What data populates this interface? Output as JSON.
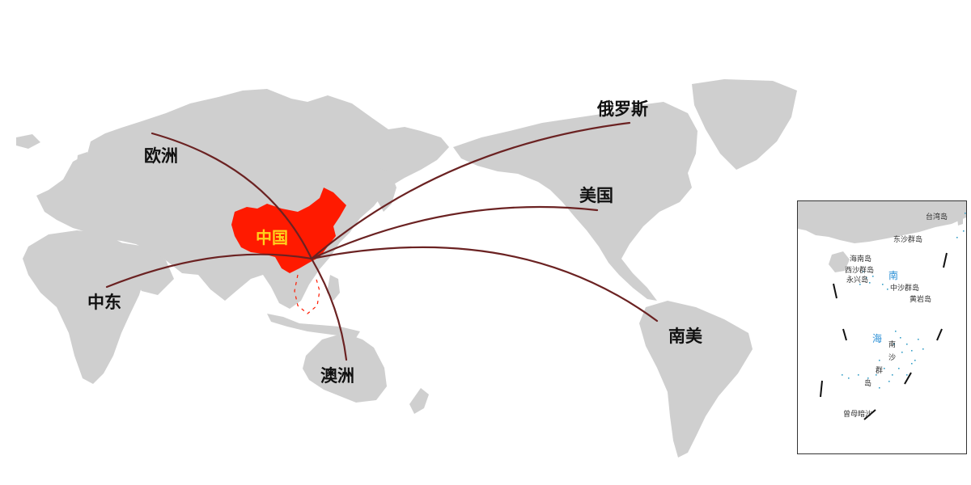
{
  "colors": {
    "land": "#cfcfcf",
    "china": "#ff1a00",
    "route": "#6b2222",
    "china_label": "#ffd21c",
    "label": "#111111",
    "sea_text": "#2a8fd6",
    "islands": "#3aa0c8"
  },
  "labels": {
    "china": "中国",
    "europe": "欧洲",
    "russia": "俄罗斯",
    "usa": "美国",
    "middle_east": "中东",
    "australia": "澳洲",
    "south_america": "南美"
  },
  "inset": {
    "taiwan": "台湾岛",
    "dongsha": "东沙群岛",
    "hainan": "海南岛",
    "xisha": "西沙群岛",
    "yongxing": "永兴岛",
    "zhongsha": "中沙群岛",
    "huangyan": "黄岩岛",
    "sea_1": "南",
    "sea_2": "海",
    "nansha_1": "南",
    "nansha_2": "沙",
    "nansha_3": "群",
    "nansha_4": "岛",
    "zengmu": "曾母暗沙"
  }
}
